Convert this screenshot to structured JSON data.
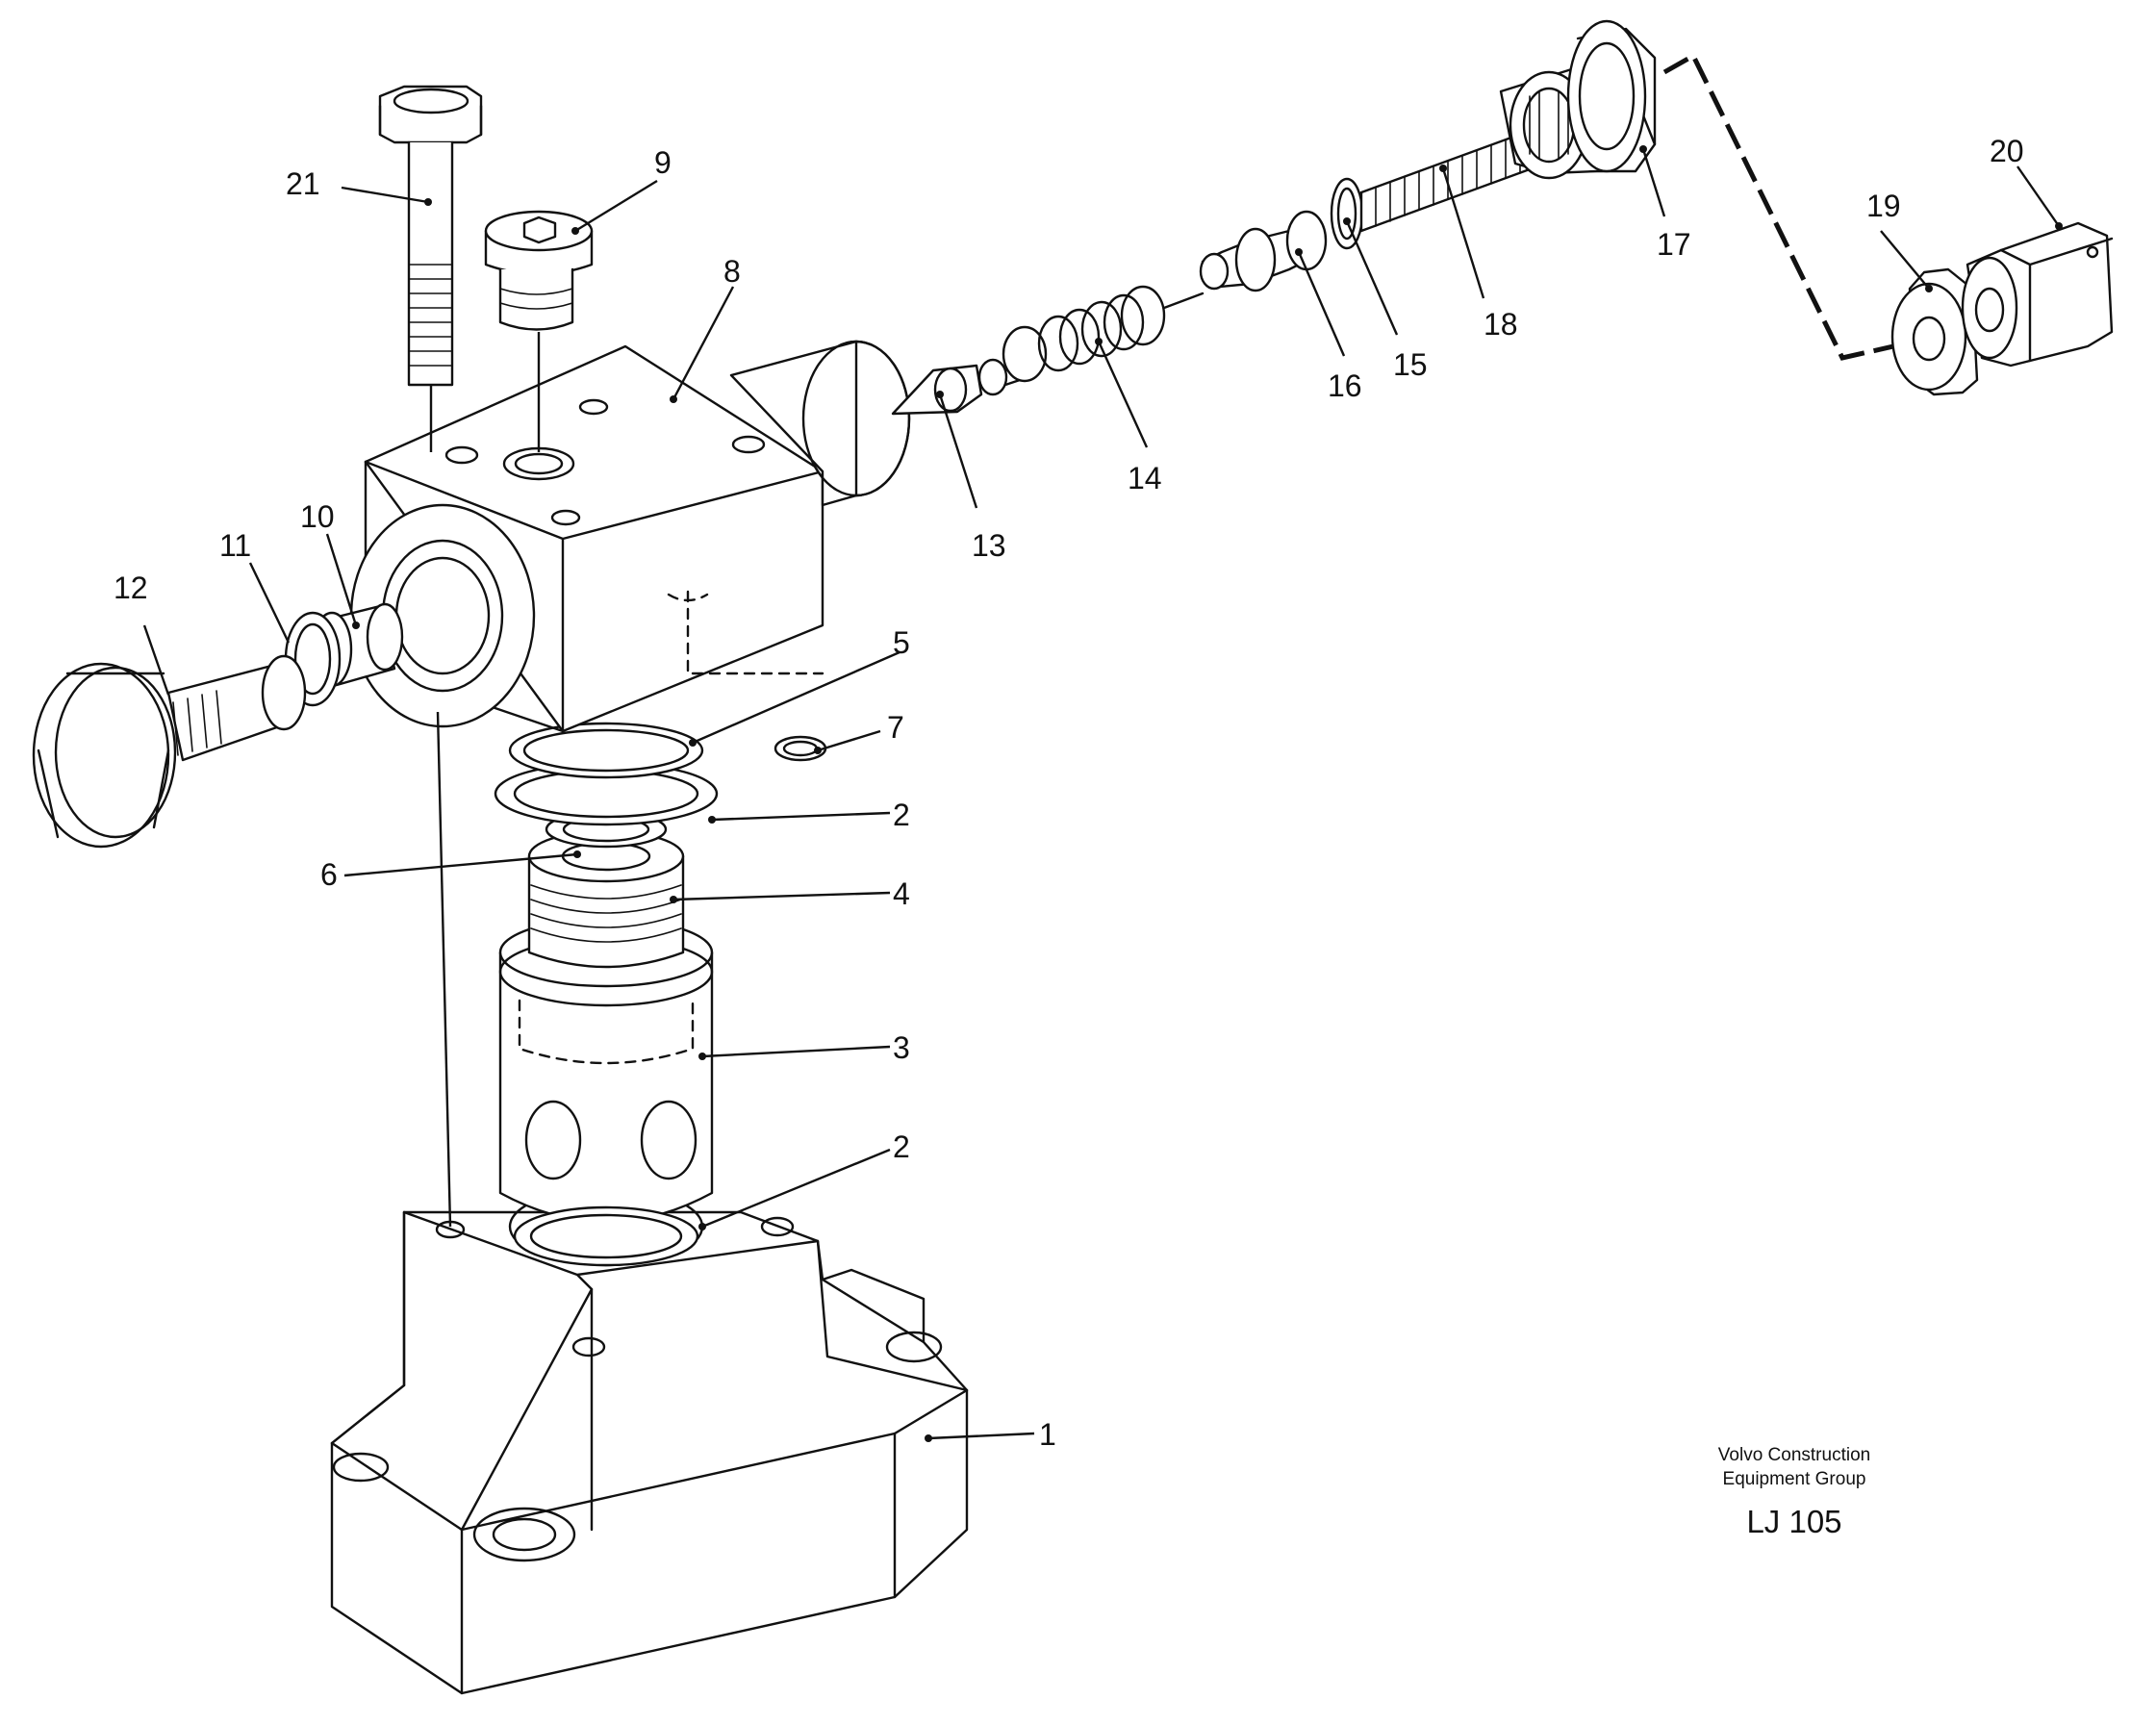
{
  "callouts": {
    "p1": "1",
    "p2a": "2",
    "p2b": "2",
    "p3": "3",
    "p4": "4",
    "p5": "5",
    "p6": "6",
    "p7": "7",
    "p8": "8",
    "p9": "9",
    "p10": "10",
    "p11": "11",
    "p12": "12",
    "p13": "13",
    "p14": "14",
    "p15": "15",
    "p16": "16",
    "p17": "17",
    "p18": "18",
    "p19": "19",
    "p20": "20",
    "p21": "21"
  },
  "caption": {
    "line1": "Volvo Construction",
    "line2": "Equipment Group",
    "code": "LJ 105"
  }
}
